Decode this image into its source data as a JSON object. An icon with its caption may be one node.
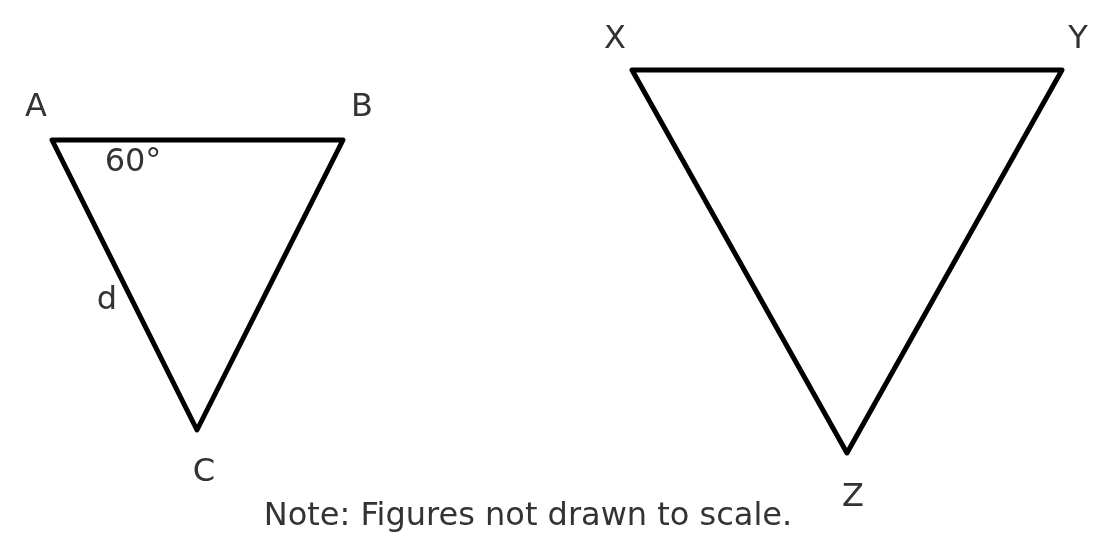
{
  "diagram": {
    "caption": "Note: Figures not drawn to scale.",
    "nodes": [
      {
        "text": [],
        "shape": "triangle"
      },
      {
        "text": [],
        "shape": "triangle"
      }
    ],
    "labels": [
      "X",
      "Y",
      "A",
      "B",
      "60°",
      "d",
      "C",
      "Z"
    ]
  }
}
